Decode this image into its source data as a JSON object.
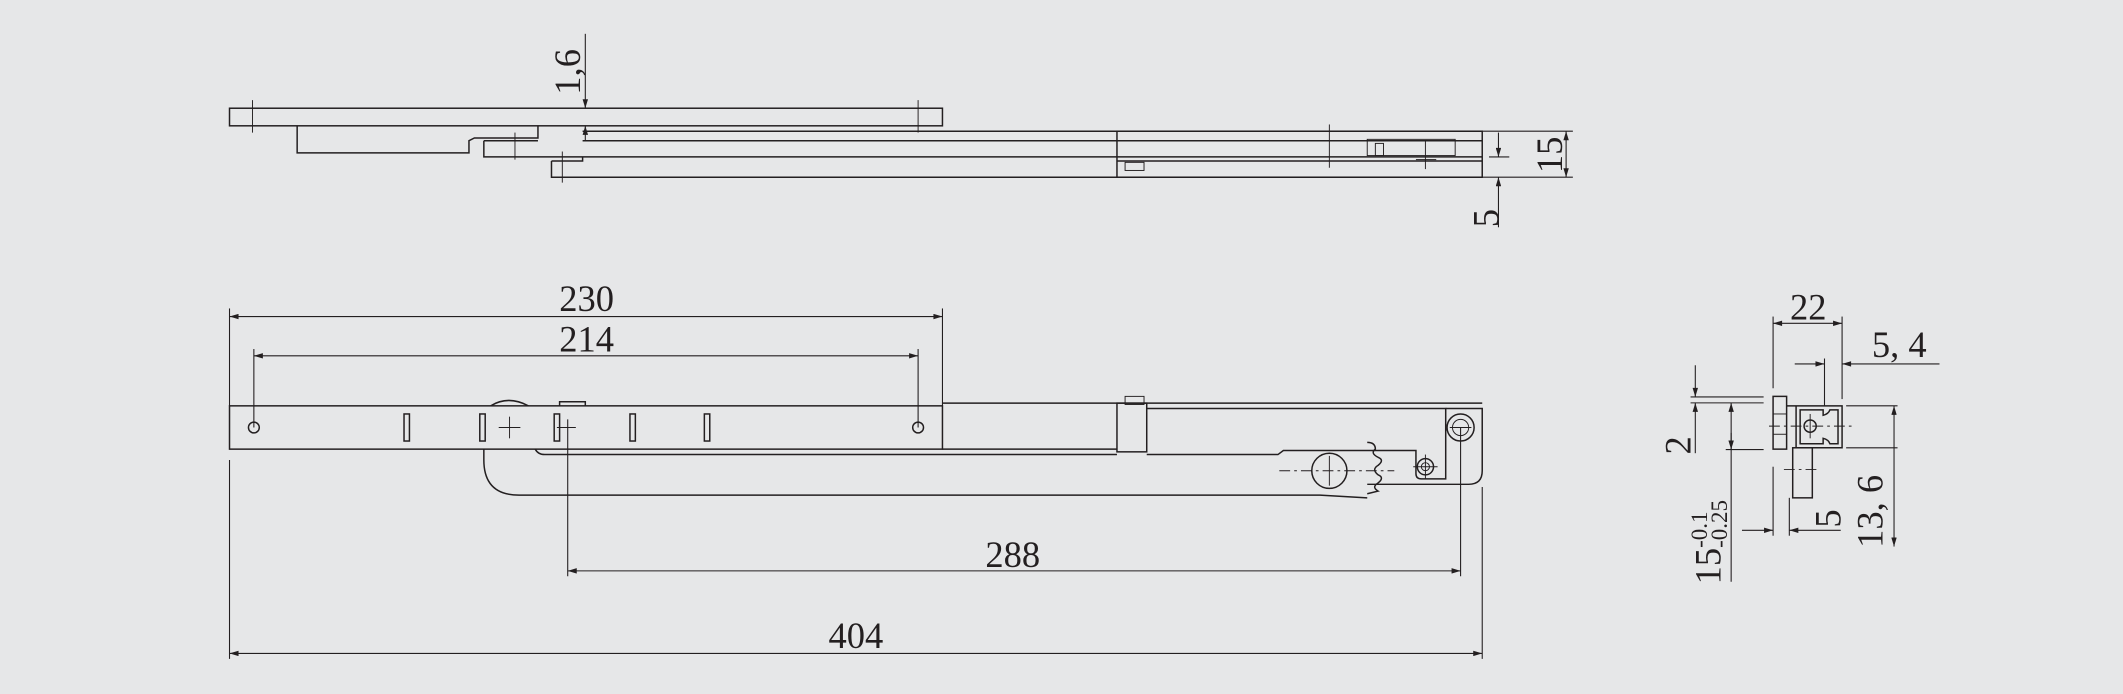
{
  "colors": {
    "background": "#e6e7e8",
    "line": "#231f20"
  },
  "top_view": {
    "dim_thickness": "1,6",
    "dim_height": "15",
    "dim_offset": "5"
  },
  "side_view": {
    "dim_plate_length": "230",
    "dim_hole_spacing": "214",
    "dim_pivot_distance": "288",
    "dim_overall_length": "404"
  },
  "section_view": {
    "dim_width": "22",
    "dim_channel": "5, 4",
    "dim_step": "2",
    "dim_height_base": "15",
    "dim_height_tol_upper": "-0.1",
    "dim_height_tol_lower": "-0.25",
    "dim_foot": "5",
    "dim_profile_height": "13, 6"
  }
}
